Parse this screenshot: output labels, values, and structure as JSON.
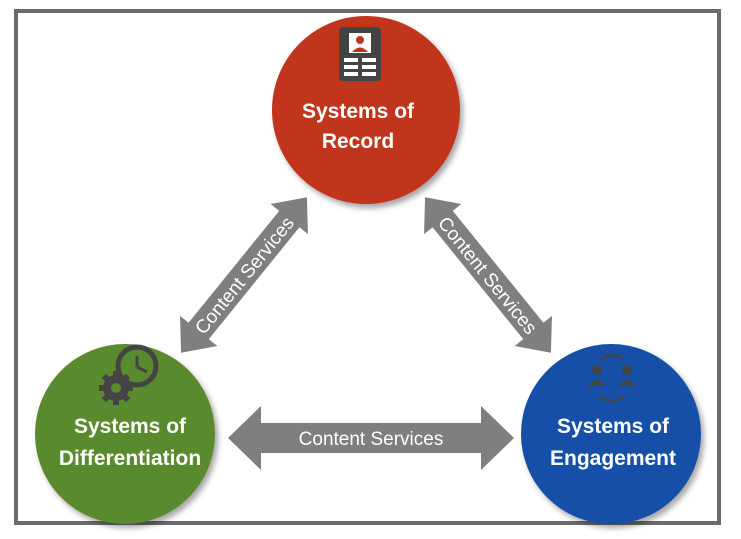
{
  "nodes": {
    "record": {
      "line1": "Systems of",
      "line2": "Record",
      "color": "#c0341c",
      "icon": "id-card-icon"
    },
    "differentiation": {
      "line1": "Systems of",
      "line2": "Differentiation",
      "color": "#5a8a2e",
      "icon": "gear-clock-icon"
    },
    "engagement": {
      "line1": "Systems of",
      "line2": "Engagement",
      "color": "#1450a8",
      "icon": "people-exchange-icon"
    }
  },
  "connectors": {
    "left": "Content Services",
    "right": "Content Services",
    "bottom": "Content Services",
    "color": "#7f7f7f"
  }
}
